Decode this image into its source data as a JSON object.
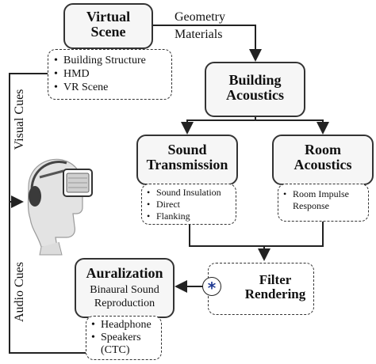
{
  "virtual_scene": {
    "title_line1": "Virtual",
    "title_line2": "Scene",
    "items": [
      "Building Structure",
      "HMD",
      "VR Scene"
    ]
  },
  "geometry_label": "Geometry",
  "materials_label": "Materials",
  "building_acoustics": {
    "title_line1": "Building",
    "title_line2": "Acoustics"
  },
  "sound_transmission": {
    "title_line1": "Sound",
    "title_line2": "Transmission",
    "items": [
      "Sound Insulation",
      "Direct",
      "Flanking"
    ]
  },
  "room_acoustics": {
    "title_line1": "Room",
    "title_line2": "Acoustics",
    "items": [
      "Room Impulse Response"
    ]
  },
  "filter_rendering": {
    "title_line1": "Filter",
    "title_line2": "Rendering",
    "marker": "*"
  },
  "auralization": {
    "title": "Auralization",
    "subtitle_line1": "Binaural Sound",
    "subtitle_line2": "Reproduction",
    "items": [
      "Headphone",
      "Speakers (CTC)"
    ]
  },
  "side_labels": {
    "visual": "Visual Cues",
    "audio": "Audio Cues"
  },
  "colors": {
    "line": "#222222",
    "box_fill": "#f6f6f6",
    "marker": "#1f3a93"
  },
  "icons": [
    "vr-headset-user-icon"
  ]
}
